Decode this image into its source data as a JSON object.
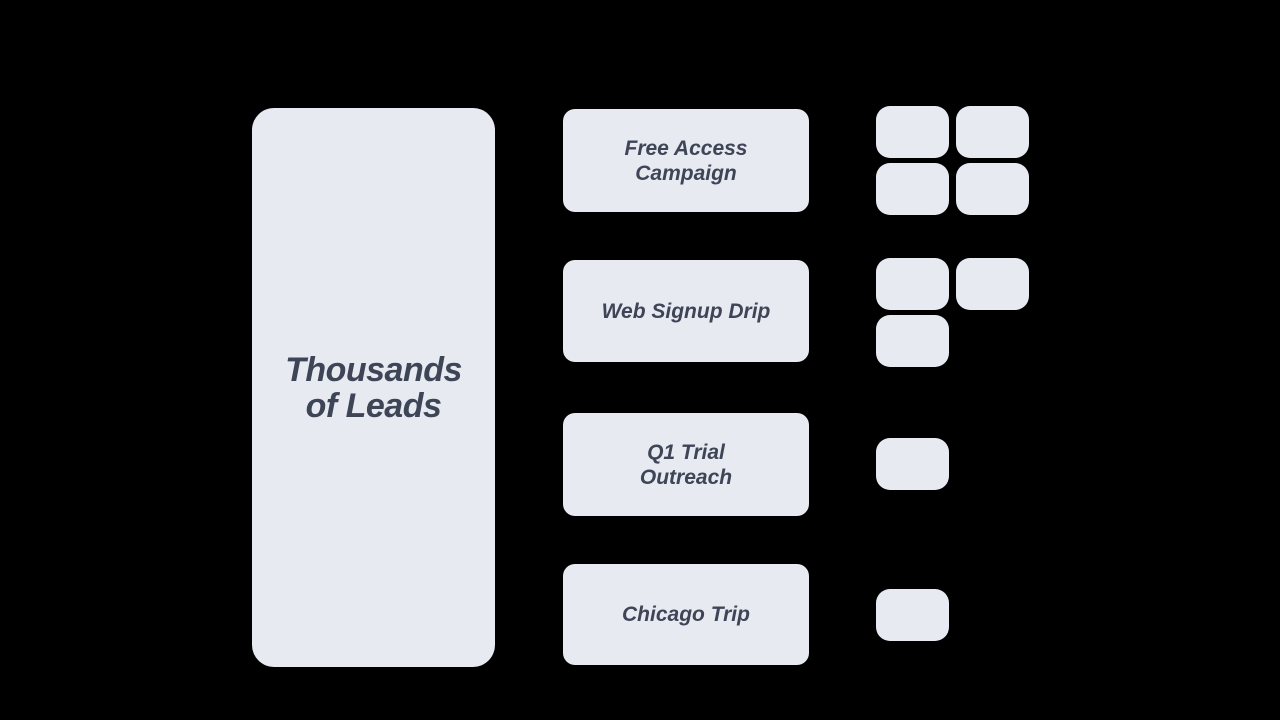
{
  "background_color": "#000000",
  "box_fill_color": "#e7eaf1",
  "text_color": "#3e4557",
  "leads_pool": {
    "label": "Thousands of Leads",
    "lines": [
      "Thousands",
      "of Leads"
    ]
  },
  "campaigns": [
    {
      "label": "Free Access Campaign",
      "lines": [
        "Free Access",
        "Campaign"
      ],
      "lead_count": 4
    },
    {
      "label": "Web Signup Drip",
      "lines": [
        "Web Signup Drip"
      ],
      "lead_count": 3
    },
    {
      "label": "Q1 Trial Outreach",
      "lines": [
        "Q1 Trial",
        "Outreach"
      ],
      "lead_count": 1
    },
    {
      "label": "Chicago Trip",
      "lines": [
        "Chicago Trip"
      ],
      "lead_count": 1
    }
  ]
}
